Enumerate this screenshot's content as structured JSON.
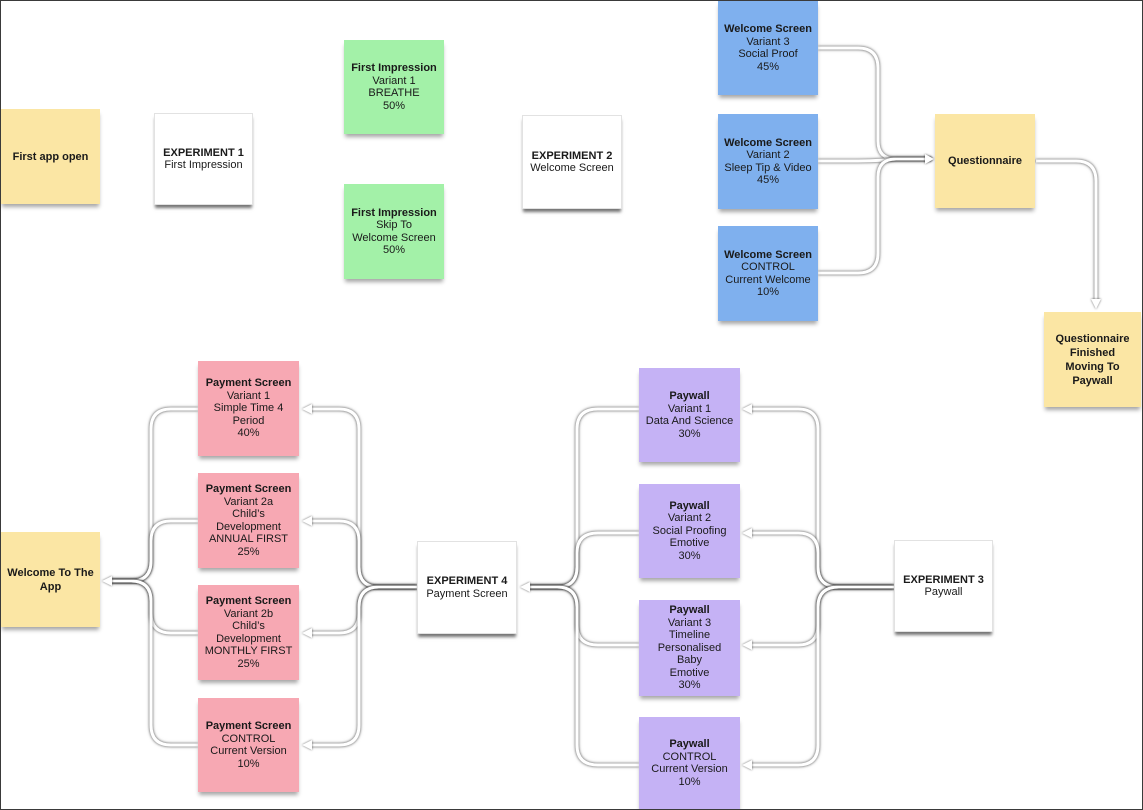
{
  "colors": {
    "start": "#fbe6a4",
    "experiment": "#ffffff",
    "first_impression": "#a3f1a8",
    "welcome_screen": "#7fb0ee",
    "payment_screen": "#f7a8b3",
    "paywall": "#c5b2f5"
  },
  "notes": {
    "first_app_open": {
      "title": "First app open",
      "lines": []
    },
    "experiment1": {
      "title": "EXPERIMENT 1",
      "lines": [
        "First Impression"
      ]
    },
    "fi_variant1": {
      "title": "First Impression",
      "lines": [
        "Variant 1",
        "BREATHE",
        "50%"
      ]
    },
    "fi_skip": {
      "title": "First Impression",
      "lines": [
        "Skip To",
        "Welcome Screen",
        "50%"
      ]
    },
    "experiment2": {
      "title": "EXPERIMENT 2",
      "lines": [
        "Welcome Screen"
      ]
    },
    "ws_variant3": {
      "title": "Welcome Screen",
      "lines": [
        "Variant 3",
        "Social Proof",
        "45%"
      ]
    },
    "ws_variant2": {
      "title": "Welcome Screen",
      "lines": [
        "Variant 2",
        "Sleep Tip & Video",
        "45%"
      ]
    },
    "ws_control": {
      "title": "Welcome Screen",
      "lines": [
        "CONTROL",
        "Current Welcome",
        "10%"
      ]
    },
    "questionnaire": {
      "title": "Questionnaire",
      "lines": []
    },
    "questionnaire_finished": {
      "title": "Questionnaire Finished Moving To Paywall",
      "lines": []
    },
    "experiment3": {
      "title": "EXPERIMENT 3",
      "lines": [
        "Paywall"
      ]
    },
    "pw_variant1": {
      "title": "Paywall",
      "lines": [
        "Variant 1",
        "Data And Science",
        "30%"
      ]
    },
    "pw_variant2": {
      "title": "Paywall",
      "lines": [
        "Variant 2",
        "Social Proofing",
        "Emotive",
        "30%"
      ]
    },
    "pw_variant3": {
      "title": "Paywall",
      "lines": [
        "Variant 3",
        "Timeline",
        "Personalised Baby",
        "Emotive",
        "30%"
      ]
    },
    "pw_control": {
      "title": "Paywall",
      "lines": [
        "CONTROL",
        "Current Version",
        "10%"
      ]
    },
    "experiment4": {
      "title": "EXPERIMENT 4",
      "lines": [
        "Payment Screen"
      ]
    },
    "ps_variant1": {
      "title": "Payment Screen",
      "lines": [
        "Variant 1",
        "Simple Time 4",
        "Period",
        "40%"
      ]
    },
    "ps_variant2a": {
      "title": "Payment Screen",
      "lines": [
        "Variant 2a",
        "Child’s",
        "Development",
        "ANNUAL FIRST",
        "25%"
      ]
    },
    "ps_variant2b": {
      "title": "Payment Screen",
      "lines": [
        "Variant 2b",
        "Child’s",
        "Development",
        "MONTHLY FIRST",
        "25%"
      ]
    },
    "ps_control": {
      "title": "Payment Screen",
      "lines": [
        "CONTROL",
        "Current Version",
        "10%"
      ]
    },
    "welcome_to_app": {
      "title": "Welcome To The App",
      "lines": []
    }
  }
}
